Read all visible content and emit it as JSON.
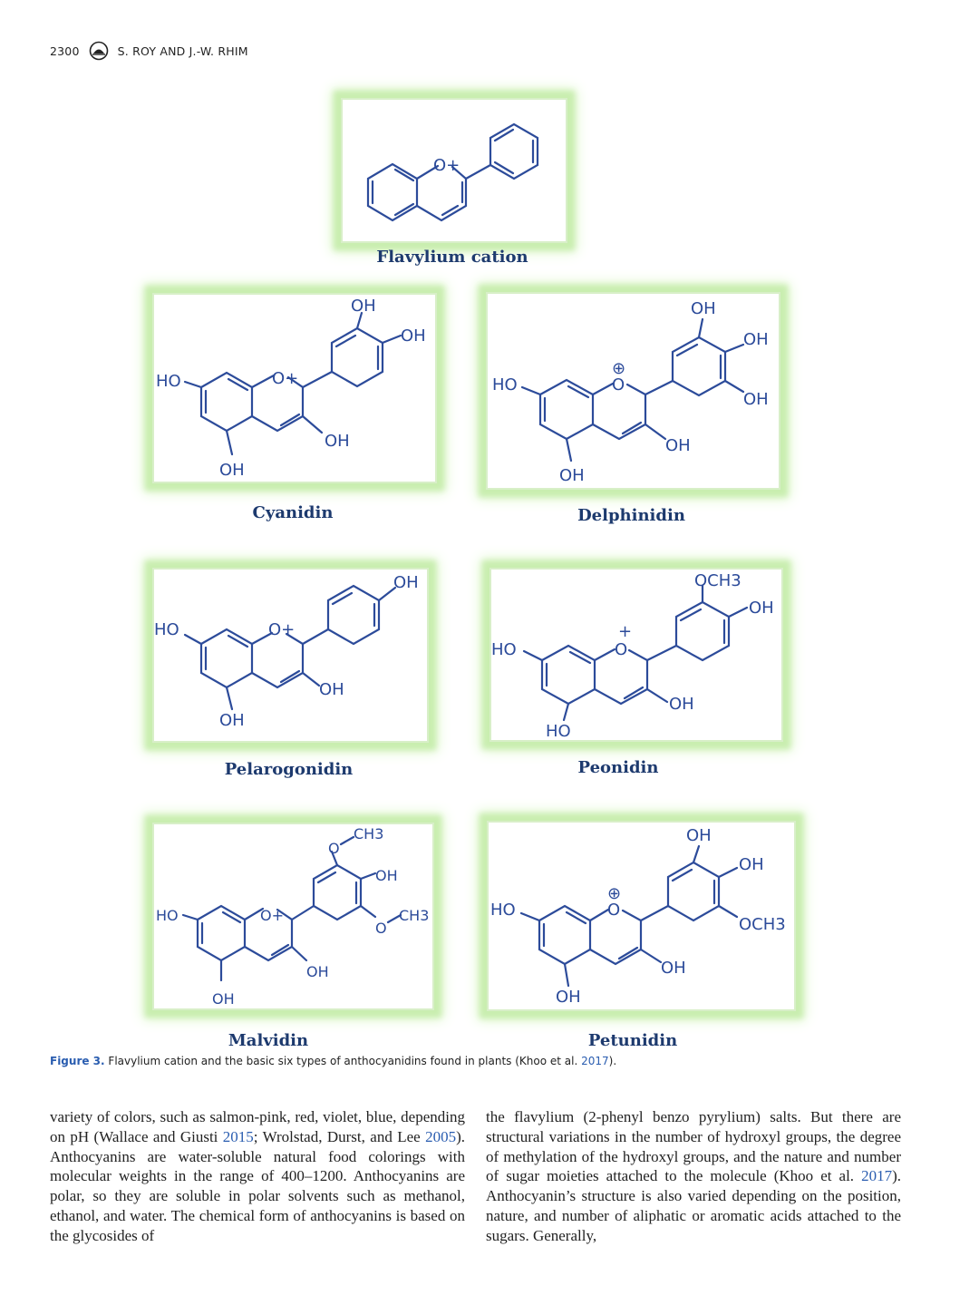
{
  "header": {
    "page_number": "2300",
    "authors": "S. ROY AND J.-W. RHIM"
  },
  "figure": {
    "molecules": [
      {
        "name": "Flavylium cation",
        "substituents": [
          "O+"
        ]
      },
      {
        "name": "Cyanidin",
        "substituents": [
          "HO",
          "OH",
          "OH",
          "OH",
          "OH",
          "O+"
        ]
      },
      {
        "name": "Delphinidin",
        "substituents": [
          "HO",
          "OH",
          "OH",
          "OH",
          "OH",
          "OH",
          "O",
          "⊕"
        ]
      },
      {
        "name": "Pelarogonidin",
        "substituents": [
          "HO",
          "OH",
          "OH",
          "OH",
          "O+"
        ]
      },
      {
        "name": "Peonidin",
        "substituents": [
          "HO",
          "OCH3",
          "OH",
          "OH",
          "HO",
          "O",
          "+"
        ]
      },
      {
        "name": "Malvidin",
        "substituents": [
          "HO",
          "CH3",
          "O",
          "OH",
          "O",
          "CH3",
          "OH",
          "OH",
          "O+"
        ]
      },
      {
        "name": "Petunidin",
        "substituents": [
          "HO",
          "OH",
          "OH",
          "OCH3",
          "OH",
          "OH",
          "O",
          "⊕"
        ]
      }
    ],
    "caption_label": "Figure 3.",
    "caption_text": "Flavylium cation and the basic six types of anthocyanidins found in plants (",
    "caption_cite_author": "Khoo et al. ",
    "caption_cite_year": "2017",
    "caption_end": ")."
  },
  "body": {
    "left_column": [
      {
        "t": "variety of colors, such as salmon-pink, red, violet, blue, depending on pH (Wallace and Giusti "
      },
      {
        "c": "2015"
      },
      {
        "t": "; Wrolstad, Durst, and Lee "
      },
      {
        "c": "2005"
      },
      {
        "t": "). Anthocyanins are water-soluble natural food colorings with molecular weights in the range of 400–1200. Anthocyanins are polar, so they are soluble in polar solvents such as methanol, ethanol, and water. The chemical form of anthocyanins is based on the glycosides of"
      }
    ],
    "right_column": [
      {
        "t": "the flavylium (2-phenyl benzo pyrylium) salts. But there are structural variations in the number of hydroxyl groups, the degree of methylation of the hydroxyl groups, and the nature and number of sugar moieties attached to the molecule (Khoo et al. "
      },
      {
        "c": "2017"
      },
      {
        "t": "). Anthocyanin’s structure is also varied depending on the position, nature, and number of aliphatic or aromatic acids attached to the sugars. Generally,"
      }
    ]
  }
}
